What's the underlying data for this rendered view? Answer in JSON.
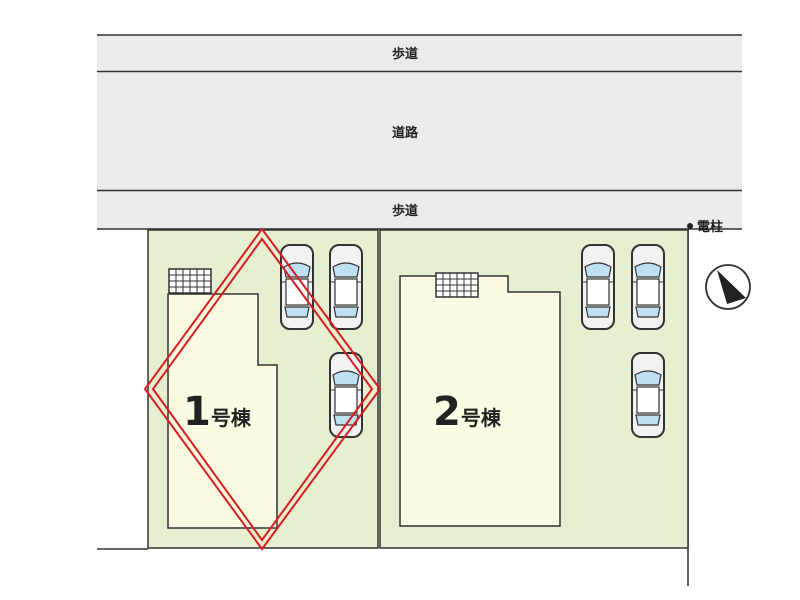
{
  "road": {
    "sidewalk_top": "歩道",
    "road": "道路",
    "sidewalk_bottom": "歩道"
  },
  "utility_pole": "電柱",
  "buildings": [
    {
      "number": "1",
      "suffix": "号棟",
      "highlighted": true
    },
    {
      "number": "2",
      "suffix": "号棟",
      "highlighted": false
    }
  ],
  "colors": {
    "lot": "#e6efcf",
    "building": "#fbfbe3",
    "road": "#ebebeb",
    "highlight": "#d81e1e"
  },
  "icons": {
    "compass": "north-arrow-icon",
    "car": "car-icon",
    "meter": "utility-meter-icon"
  }
}
